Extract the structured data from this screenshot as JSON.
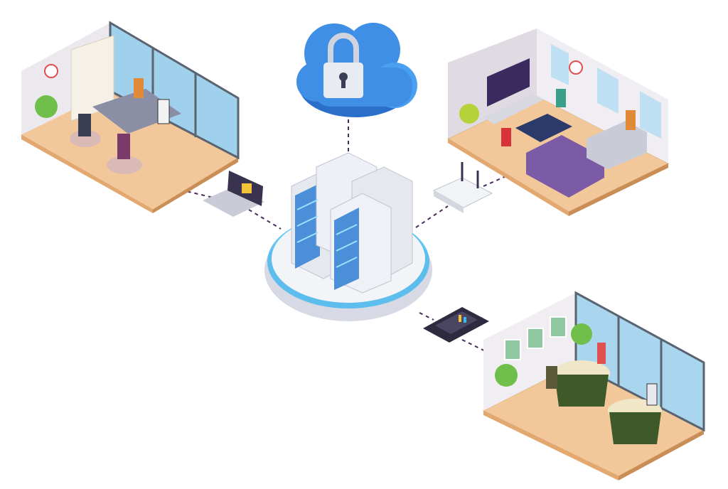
{
  "scene": {
    "nodes": [
      {
        "id": "office",
        "icon": "office-room-icon"
      },
      {
        "id": "home",
        "icon": "living-room-icon"
      },
      {
        "id": "cafe",
        "icon": "cafe-room-icon"
      },
      {
        "id": "cloud-security",
        "icon": "cloud-lock-icon"
      },
      {
        "id": "servers",
        "icon": "server-rack-icon"
      },
      {
        "id": "laptop",
        "icon": "laptop-icon"
      },
      {
        "id": "router",
        "icon": "wifi-router-icon"
      },
      {
        "id": "tablet",
        "icon": "tablet-icon"
      }
    ],
    "connections": [
      [
        "cloud-security",
        "servers"
      ],
      [
        "office",
        "laptop"
      ],
      [
        "laptop",
        "servers"
      ],
      [
        "servers",
        "router"
      ],
      [
        "router",
        "home"
      ],
      [
        "servers",
        "tablet"
      ],
      [
        "tablet",
        "cafe"
      ]
    ]
  },
  "colors": {
    "cloud": "#3f8fe6",
    "cloud_dark": "#2a6fc9",
    "server": "#e6e8f0",
    "server_panel": "#4a8fd8",
    "glow": "#3fb7f0",
    "floor": "#f2c89a",
    "wall": "#ece9ee",
    "window": "#9fd1ec",
    "sofa": "#7b5aa6",
    "connector": "#4a2a5e"
  }
}
